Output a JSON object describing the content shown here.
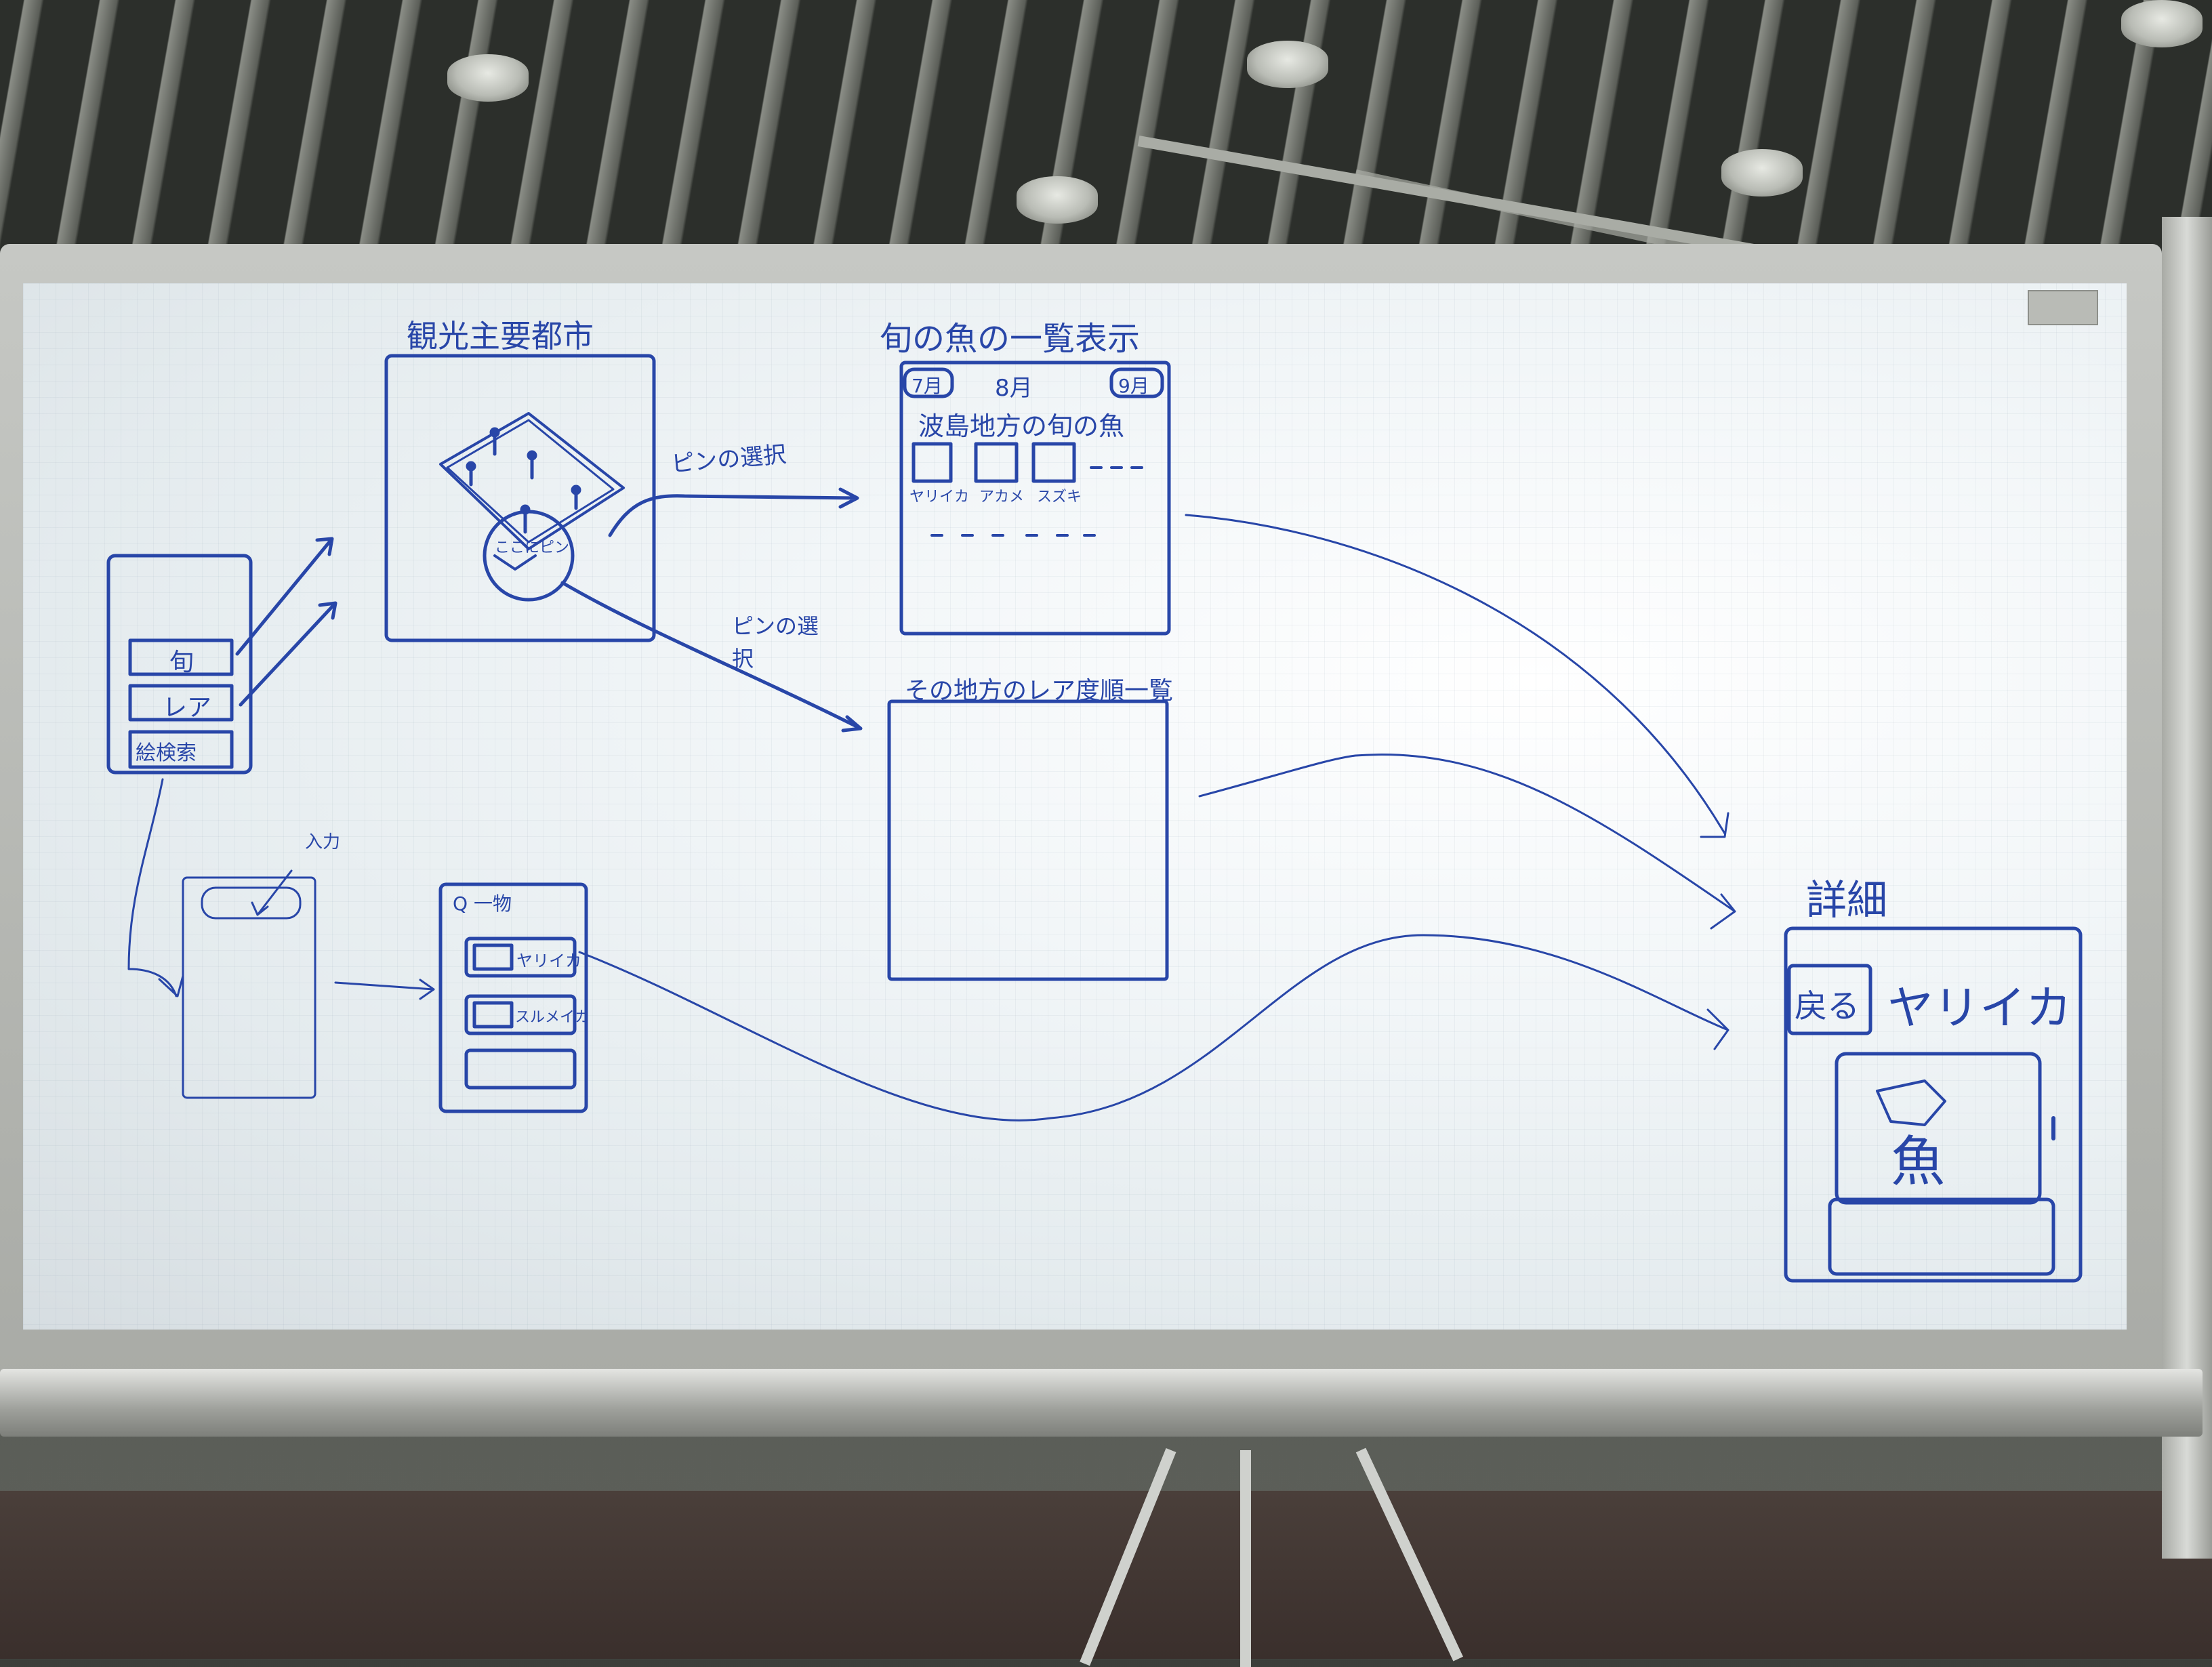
{
  "whiteboard": {
    "map_screen": {
      "title": "観光主要都市",
      "pin_popup": "ここにピン"
    },
    "seasonal_list": {
      "title": "旬の魚の一覧表示",
      "prev_month": "7月",
      "month": "8月",
      "next_month": "9月",
      "subtitle": "波島地方の旬の魚",
      "fish": [
        "ヤリイカ",
        "アカメ",
        "スズキ"
      ]
    },
    "rare_list": {
      "title": "その地方のレア度順一覧"
    },
    "arrow_labels": {
      "pin_select_1": "ピンの選択",
      "pin_select_2": "ピンの選択"
    },
    "home_menu": {
      "items": [
        "旬",
        "レア",
        "絵検索"
      ]
    },
    "search": {
      "input_note": "入力",
      "result_header": "Q 一物",
      "results": [
        "ヤリイカ",
        "スルメイカ"
      ]
    },
    "detail": {
      "title": "詳細",
      "back_button": "戻る",
      "fish_name": "ヤリイカ",
      "image_caption": "魚"
    },
    "ink_color": "#2846a8"
  }
}
